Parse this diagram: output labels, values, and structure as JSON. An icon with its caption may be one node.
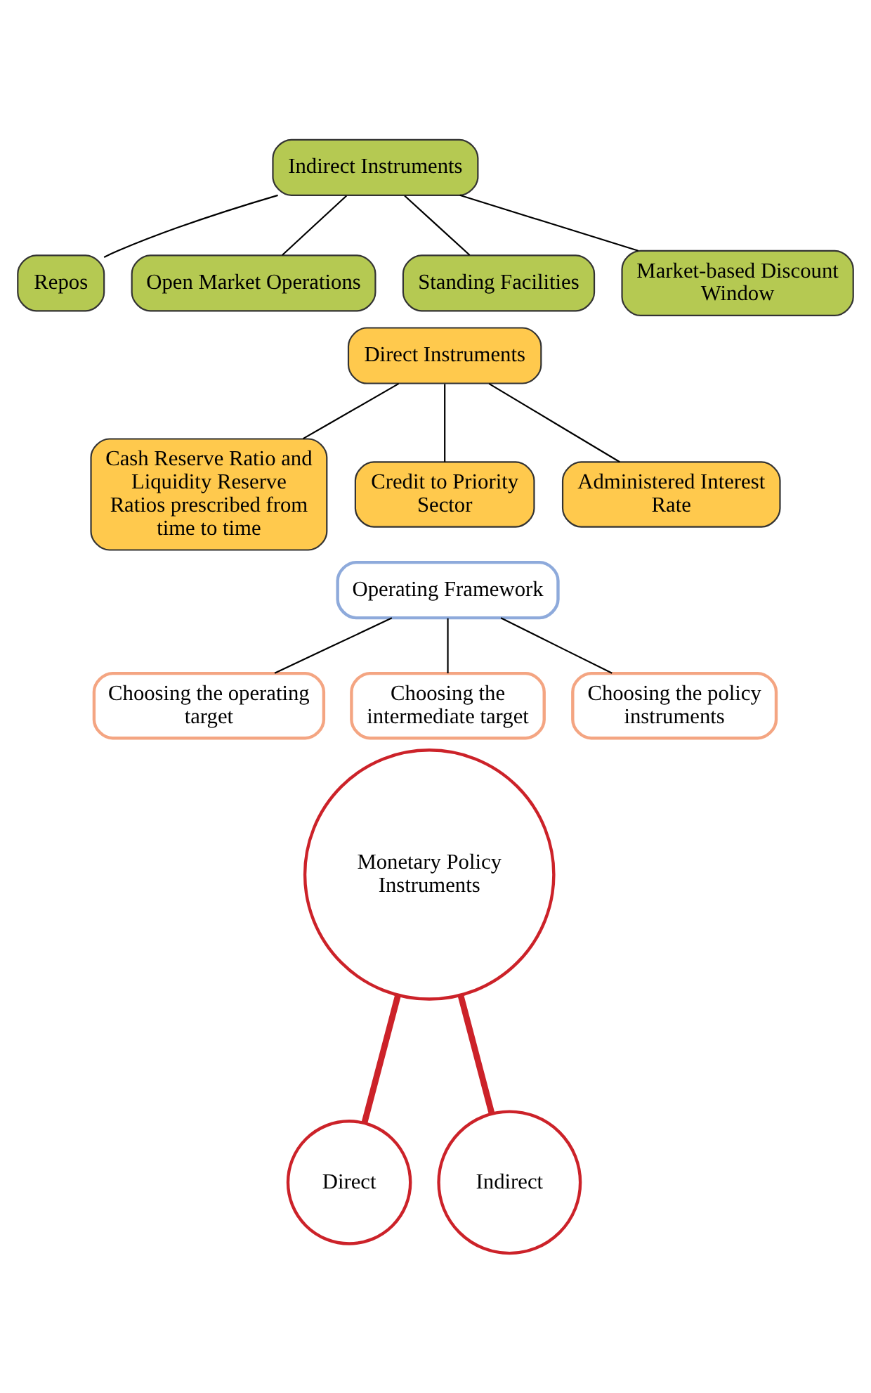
{
  "diagram": {
    "nodes": [
      {
        "text": [
          "Operating Framework"
        ]
      },
      {
        "text": [
          "Choosing the operating target"
        ]
      },
      {
        "text": [
          "Choosing the intermediate target"
        ]
      },
      {
        "text": [
          "Choosing the policy instruments"
        ]
      },
      {
        "text": [
          "Monetary Policy Instruments"
        ]
      },
      {
        "text": [
          "Direct"
        ]
      },
      {
        "text": [
          "Indirect"
        ]
      },
      {
        "text": [
          "Direct Instruments"
        ]
      },
      {
        "text": [
          "Cash Reserve Ratio and Liquidity Reserve Ratios prescribed from time to time"
        ]
      },
      {
        "text": [
          "Credit to Priority Sector"
        ]
      },
      {
        "text": [
          "Administered Interest Rate"
        ]
      },
      {
        "text": [
          "Indirect Instruments"
        ]
      },
      {
        "text": [
          "Repos"
        ]
      },
      {
        "text": [
          "Open Market Operations"
        ]
      },
      {
        "text": [
          "Standing Facilities"
        ]
      },
      {
        "text": [
          "Market-based Discount Window"
        ]
      }
    ],
    "edges": [
      {
        "from": 0,
        "to": 1,
        "arrow": "none"
      },
      {
        "from": 0,
        "to": 2,
        "arrow": "none"
      },
      {
        "from": 0,
        "to": 3,
        "arrow": "none"
      },
      {
        "from": 4,
        "to": 5,
        "arrow": "none",
        "style": "thick",
        "color": "#cc2229"
      },
      {
        "from": 4,
        "to": 6,
        "arrow": "none",
        "style": "thick",
        "color": "#cc2229"
      },
      {
        "from": 7,
        "to": 8,
        "arrow": "none"
      },
      {
        "from": 7,
        "to": 9,
        "arrow": "none"
      },
      {
        "from": 7,
        "to": 10,
        "arrow": "none"
      },
      {
        "from": 11,
        "to": 12,
        "arrow": "none"
      },
      {
        "from": 11,
        "to": 13,
        "arrow": "none"
      },
      {
        "from": 11,
        "to": 14,
        "arrow": "none"
      },
      {
        "from": 11,
        "to": 15,
        "arrow": "none"
      }
    ]
  }
}
